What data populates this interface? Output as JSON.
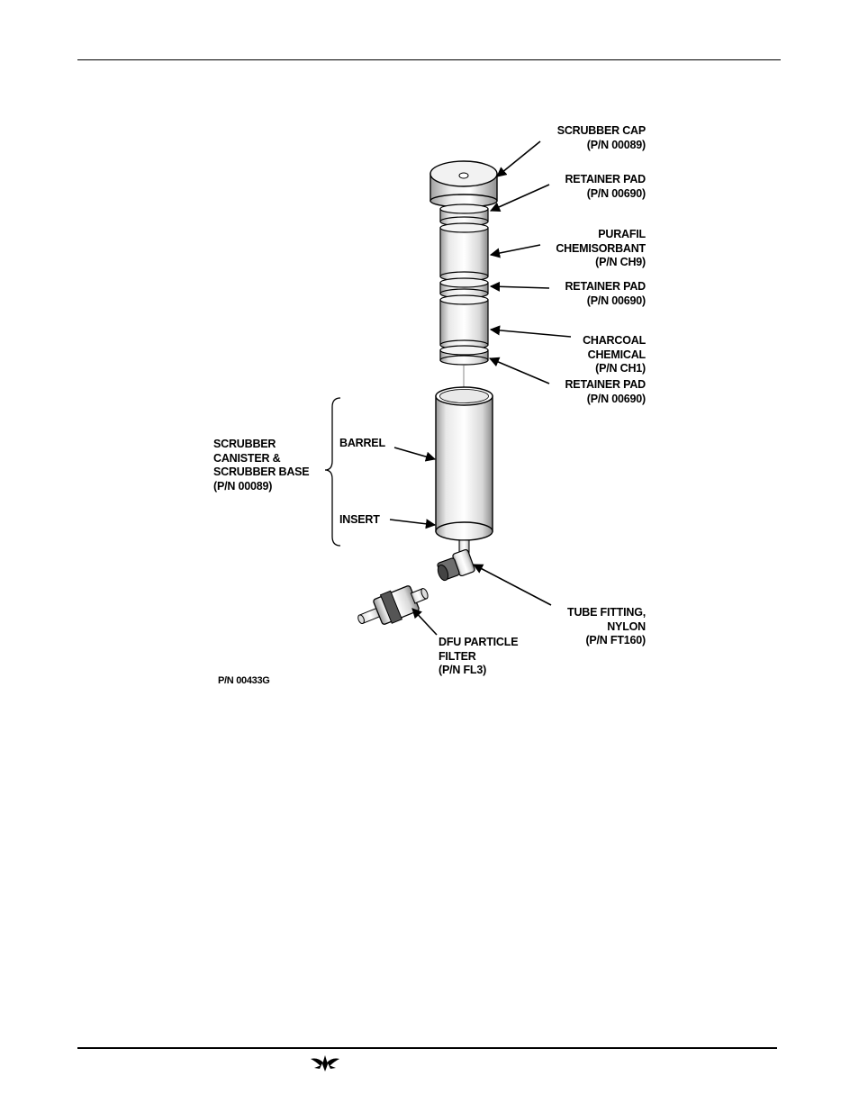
{
  "labels": {
    "scrubber_cap": [
      "SCRUBBER CAP",
      "(P/N 00089)"
    ],
    "retainer_pad_1": [
      "RETAINER PAD",
      "(P/N 00690)"
    ],
    "purafil": [
      "PURAFIL",
      "CHEMISORBANT",
      "(P/N CH9)"
    ],
    "retainer_pad_2": [
      "RETAINER PAD",
      "(P/N 00690)"
    ],
    "charcoal": [
      "CHARCOAL",
      "CHEMICAL",
      "(P/N CH1)"
    ],
    "retainer_pad_3": [
      "RETAINER PAD",
      "(P/N 00690)"
    ],
    "canister": [
      "SCRUBBER",
      "CANISTER &",
      "SCRUBBER BASE",
      "(P/N 00089)"
    ],
    "barrel": "BARREL",
    "insert": "INSERT",
    "tube_fitting": [
      "TUBE FITTING,",
      "NYLON",
      "(P/N FT160)"
    ],
    "dfu_filter": [
      "DFU PARTICLE",
      "FILTER",
      "(P/N FL3)"
    ]
  },
  "figure_pn": "P/N 00433G",
  "logo_icon": "teledyne-logo-icon"
}
